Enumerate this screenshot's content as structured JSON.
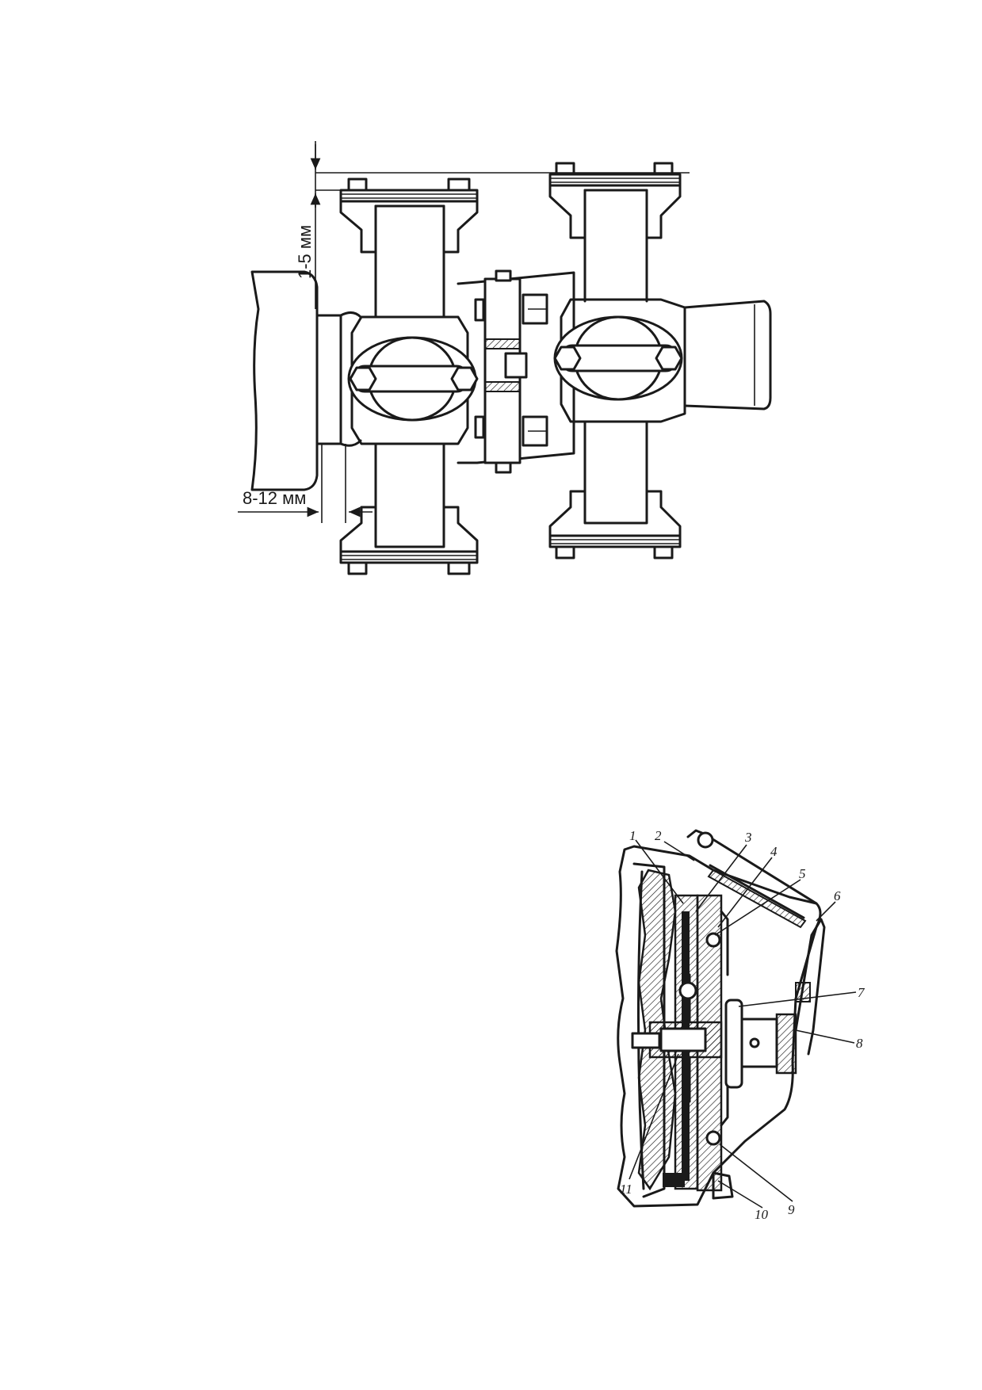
{
  "figure1": {
    "dim_vertical_label": "1-5 мм",
    "dim_horizontal_label": "8-12 мм"
  },
  "figure2": {
    "callouts": [
      "1",
      "2",
      "3",
      "4",
      "5",
      "6",
      "7",
      "8",
      "9",
      "10",
      "11"
    ]
  }
}
